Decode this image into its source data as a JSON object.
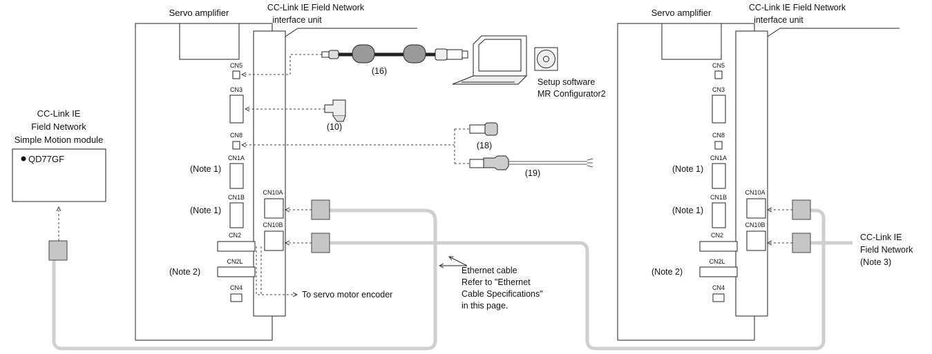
{
  "motion_module": {
    "title_lines": [
      "CC-Link IE",
      "Field Network",
      "Simple Motion module"
    ],
    "model": "QD77GF"
  },
  "amplifier_1": {
    "title": "Servo amplifier",
    "interface_title_lines": [
      "CC-Link IE Field Network",
      "interface unit"
    ],
    "connectors": [
      "CN5",
      "CN3",
      "CN8",
      "CN1A",
      "CN1B",
      "CN2",
      "CN2L",
      "CN4",
      "CN10A",
      "CN10B"
    ],
    "notes": [
      "(Note 1)",
      "(Note 1)",
      "(Note 2)"
    ]
  },
  "amplifier_2": {
    "title": "Servo amplifier",
    "interface_title_lines": [
      "CC-Link IE Field Network",
      "interface unit"
    ],
    "connectors": [
      "CN5",
      "CN3",
      "CN8",
      "CN1A",
      "CN1B",
      "CN2",
      "CN2L",
      "CN4",
      "CN10A",
      "CN10B"
    ],
    "notes": [
      "(Note 1)",
      "(Note 1)",
      "(Note 2)"
    ]
  },
  "items": {
    "usb_cable": "(16)",
    "cn3_connector": "(10)",
    "battery_connector": "(18)",
    "battery_cable": "(19)"
  },
  "software_lines": [
    "Setup software",
    "MR Configurator2"
  ],
  "encoder_label": "To servo motor encoder",
  "ethernet_lines": [
    "Ethernet cable",
    "Refer to \"Ethernet",
    "Cable Specifications\"",
    "in this page."
  ],
  "network_lines": [
    "CC-Link IE",
    "Field Network",
    "(Note 3)"
  ]
}
